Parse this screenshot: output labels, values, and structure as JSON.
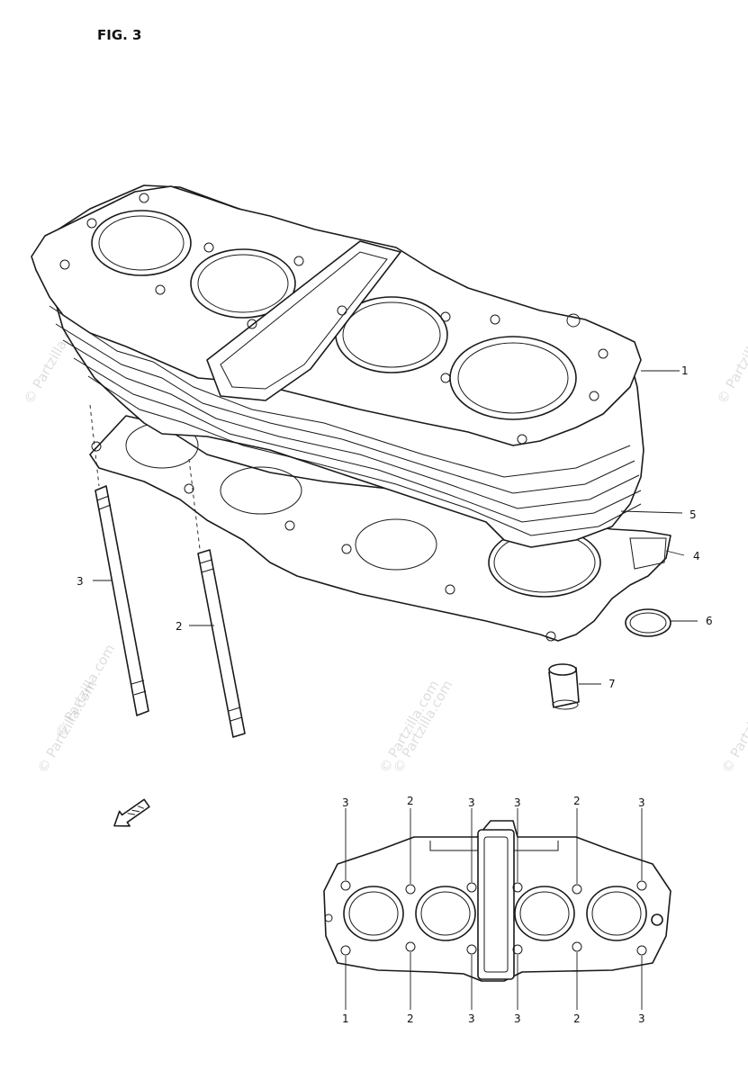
{
  "figure": {
    "title": "FIG. 3"
  },
  "watermark": "© Partzilla.com",
  "colors": {
    "ink": "#1a1a1a",
    "background": "#ffffff"
  },
  "callouts": {
    "cylinder": "1",
    "stud_left": "3",
    "stud_right": "2",
    "gasket_top": "5",
    "gasket_base": "4",
    "o_ring": "6",
    "dowel_pin": "7"
  },
  "front_arrow": {
    "icon": "front-arrow-icon"
  },
  "key_plan": {
    "top_labels": [
      "3",
      "2",
      "3",
      "3",
      "2",
      "3"
    ],
    "bottom_labels": [
      "1",
      "2",
      "3",
      "3",
      "2",
      "3"
    ]
  }
}
